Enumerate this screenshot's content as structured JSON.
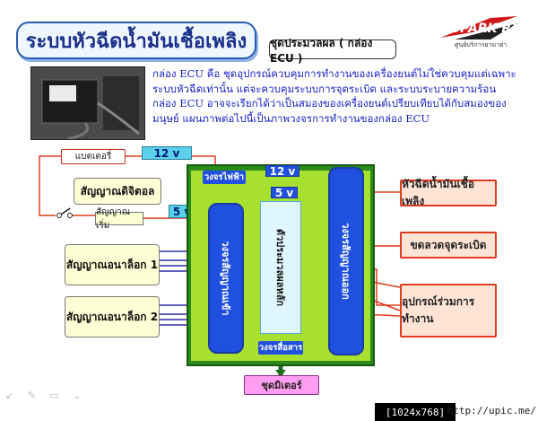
{
  "slide": {
    "title": "ระบบหัวฉีดน้ำมันเชื้อเพลิง",
    "subtitle": "ชุดประมวลผล ( กล่อง ECU )",
    "brand": "SPARK RX 135",
    "brand_sub": "ศูนย์บริการยามาฮ่า",
    "description": [
      "กล่อง ECU คือ ชุดอุปกรณ์ควบคุมการทำงานของเครื่องยนต์ไม่ใช่ควบคุมแต่เฉพาะ",
      "ระบบหัวฉีดเท่านั้น แต่จะควบคุมระบบการจุดระเบิด และระบบระบายความร้อน",
      "กล่อง ECU อาจจะเรียกได้ว่าเป็นสมองของเครื่องยนต์เปรียบเทียบได้กับสมองของ",
      "มนุษย์   แผนภาพต่อไปนี้เป็นภาพวงจรการทำงานของกล่อง ECU"
    ]
  },
  "diagram": {
    "battery": "แบตเตอรี่",
    "start_signal": "สัญญาณเริ่ม",
    "digital_signal": "สัญญาณดิจิตอล",
    "analog1": "สัญญาณอนาล็อก 1",
    "analog2": "สัญญาณอนาล็อก 2",
    "v12_top": "12 v",
    "v12_inner": "12 v",
    "v5_left": "5 v",
    "v5_inner": "5 v",
    "power_circuit": "วงจรไฟฟ้า",
    "input_circuit": "วงจรสัญญาณเข้า",
    "processor": "ตัวประมวลผลหลัก",
    "output_circuit": "วงจรสัญญาณออก",
    "comm_circuit": "วงจรสื่อสาร",
    "meter": "ชุดมิเตอร์",
    "out_injector": "หัวฉีดน้ำมันเชื้อเพลิง",
    "out_ignition": "ขดลวดจุดระเบิด",
    "out_devices": "อุปกรณ์ร่วมการทำงาน"
  },
  "footer": {
    "resolution": "[1024x768]",
    "url": "http://upic.me/"
  },
  "colors": {
    "ecu_green": "#2a8a1a",
    "ecu_lime": "#a8e030",
    "circuit_blue": "#2050e0",
    "accent_red": "#e03b1f",
    "text_blue": "#1b22c8"
  }
}
